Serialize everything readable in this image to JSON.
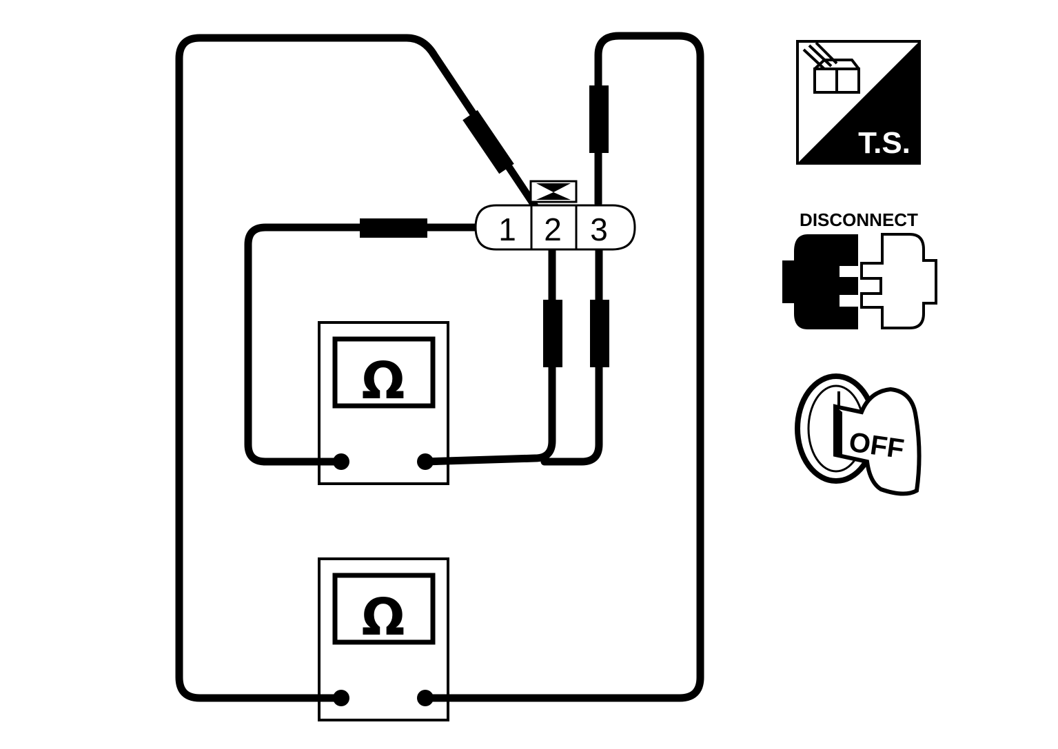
{
  "connector": {
    "pins": [
      "1",
      "2",
      "3"
    ]
  },
  "meters": [
    {
      "symbol": "Ω"
    },
    {
      "symbol": "Ω"
    }
  ],
  "icons": {
    "ts_label": "T.S.",
    "disconnect_label": "DISCONNECT",
    "ignition_label": "OFF"
  },
  "colors": {
    "ink": "#000000",
    "paper": "#ffffff"
  }
}
